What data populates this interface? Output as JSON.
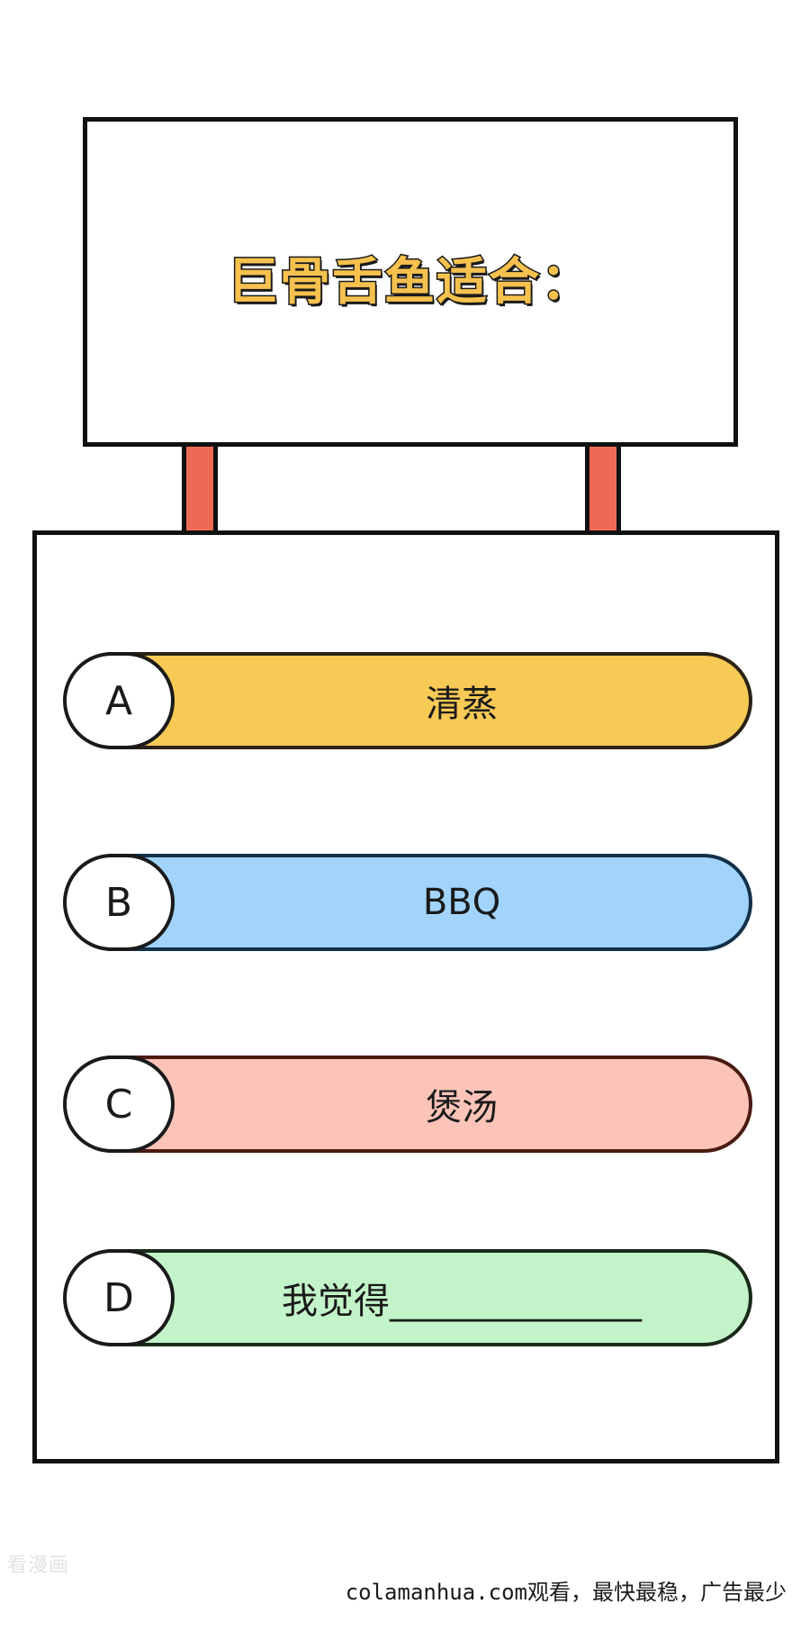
{
  "sign": {
    "title": "巨骨舌鱼适合："
  },
  "options": [
    {
      "letter": "A",
      "text": "清蒸",
      "color": "#f7c955"
    },
    {
      "letter": "B",
      "text": "BBQ",
      "color": "#a2d4fb"
    },
    {
      "letter": "C",
      "text": "煲汤",
      "color": "#fcc4b8"
    },
    {
      "letter": "D",
      "text": "我觉得______________",
      "color": "#c3f3c8"
    }
  ],
  "watermark": {
    "left": "看漫画",
    "credit": "colamanhua.com观看，最快最稳，广告最少"
  },
  "colors": {
    "post": "#ef6a56",
    "title": "#f6c14e",
    "outline": "#111111"
  }
}
